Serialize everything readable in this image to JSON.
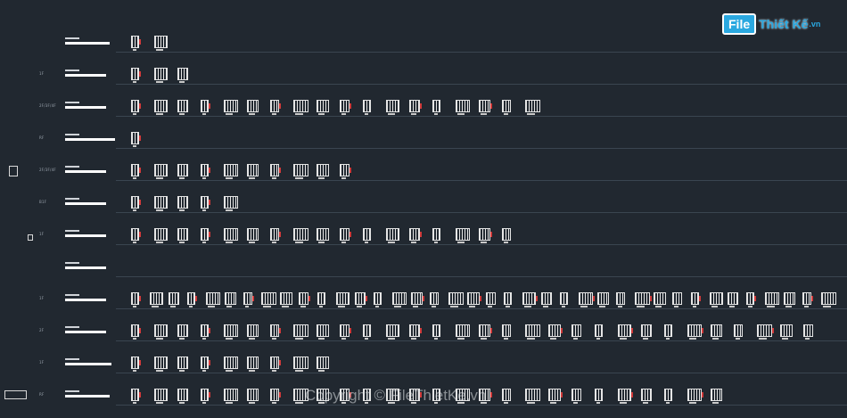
{
  "logo": {
    "box_text": "File",
    "rest_text": "Thiết Kế",
    "domain_text": ".vn"
  },
  "watermark": "Copyright © FileThietKe.vn",
  "rows": [
    {
      "label": "",
      "blocks": 2
    },
    {
      "label": "1F",
      "blocks": 3
    },
    {
      "label": "2F/3F/4F",
      "blocks": 18
    },
    {
      "label": "RF",
      "blocks": 1
    },
    {
      "label": "2F/3F/4F",
      "blocks": 10
    },
    {
      "label": "B1F",
      "blocks": 5
    },
    {
      "label": "1F",
      "blocks": 17
    },
    {
      "label": "",
      "blocks": 0
    },
    {
      "label": "1F",
      "blocks": 38
    },
    {
      "label": "2F",
      "blocks": 30
    },
    {
      "label": "1F",
      "blocks": 9
    },
    {
      "label": "RF",
      "blocks": 26
    }
  ],
  "colors": {
    "background": "#212830",
    "accent": "#2aa8e0",
    "mark": "#d23a3a"
  }
}
